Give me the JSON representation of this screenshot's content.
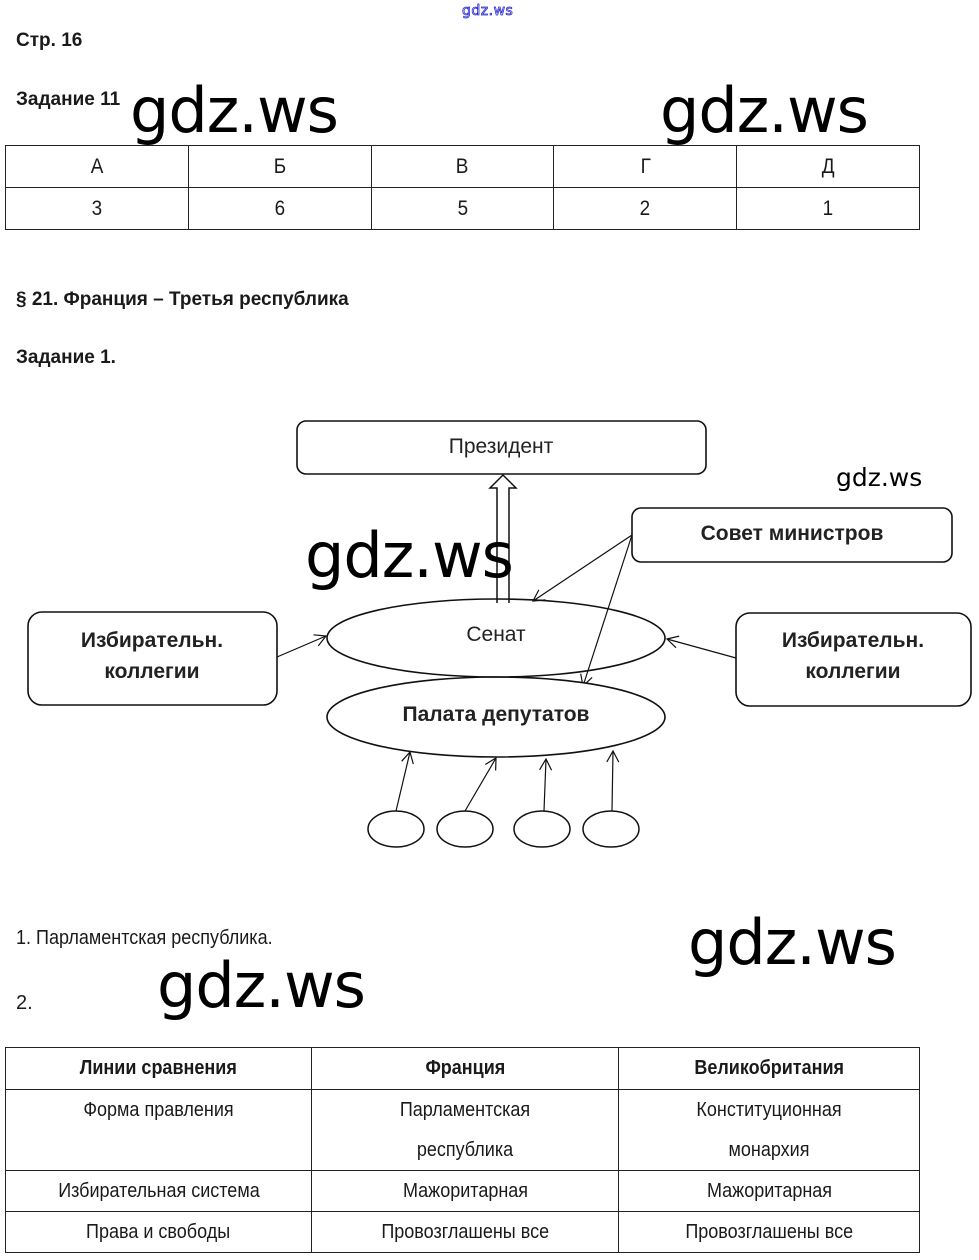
{
  "watermark_small": "gdz.ws",
  "watermarks": [
    "gdz.ws",
    "gdz.ws",
    "gdz.ws",
    "gdz.ws",
    "gdz.ws",
    "gdz.ws"
  ],
  "page_label": "Стр. 16",
  "task11": {
    "title": "Задание 11",
    "headers": [
      "А",
      "Б",
      "В",
      "Г",
      "Д"
    ],
    "values": [
      "3",
      "6",
      "5",
      "2",
      "1"
    ]
  },
  "section_title": "§ 21. Франция – Третья республика",
  "task1": {
    "title": "Задание 1.",
    "diagram": {
      "president": "Президент",
      "council": "Совет министров",
      "electoral_left_line1": "Избирательн.",
      "electoral_left_line2": "коллегии",
      "electoral_right_line1": "Избирательн.",
      "electoral_right_line2": "коллегии",
      "senate": "Сенат",
      "chamber": "Палата депутатов",
      "voter_circles": 4
    },
    "answer1": "1. Парламентская республика.",
    "answer2_label": "2."
  },
  "comparison_table": {
    "headers": [
      "Линии сравнения",
      "Франция",
      "Великобритания"
    ],
    "rows": [
      {
        "criterion": "Форма правления",
        "france": "Парламентская республика",
        "britain": "Конституционная монархия"
      },
      {
        "criterion": "Избирательная система",
        "france": "Мажоритарная",
        "britain": "Мажоритарная"
      },
      {
        "criterion": "Права и свободы",
        "france": "Провозглашены все",
        "britain": "Провозглашены все"
      }
    ]
  }
}
